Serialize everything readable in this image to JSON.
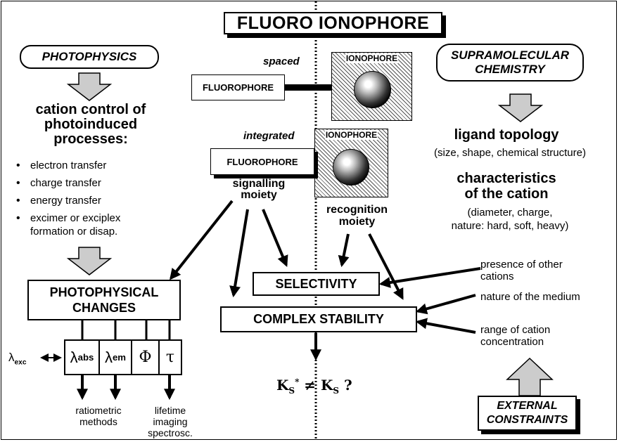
{
  "title": "FLUORO IONOPHORE",
  "photophysics": {
    "header": "PHOTOPHYSICS",
    "lead": [
      "cation control of",
      "photoinduced",
      "processes:"
    ],
    "bullets": [
      "electron transfer",
      "charge transfer",
      "energy transfer",
      "excimer or exciplex\nformation or disap."
    ]
  },
  "supramolecular": {
    "header": "SUPRAMOLECULAR\nCHEMISTRY",
    "ligand_title": "ligand topology",
    "ligand_detail": "(size, shape, chemical structure)",
    "cation_title": "characteristics\nof the cation",
    "cation_detail": "(diameter, charge,\nnature: hard, soft, heavy)"
  },
  "molecule": {
    "spaced_label": "spaced",
    "integrated_label": "integrated",
    "fluorophore": "FLUOROPHORE",
    "ionophore": "IONOPHORE",
    "signalling": "signalling\nmoiety",
    "recognition": "recognition\nmoiety"
  },
  "boxes": {
    "photophysical_changes": "PHOTOPHYSICAL\nCHANGES",
    "selectivity": "SELECTIVITY",
    "complex_stability": "COMPLEX STABILITY"
  },
  "params": {
    "excitation": "λexc",
    "items": [
      "λabs",
      "λem",
      "Φ",
      "τ"
    ],
    "ratiometric": "ratiometric\nmethods",
    "lifetime": "lifetime\nimaging\nspectrosc."
  },
  "constraints": {
    "items": [
      "presence of other\ncations",
      "nature of the medium",
      "range of cation\nconcentration"
    ],
    "box": "EXTERNAL\nCONSTRAINTS"
  },
  "equation": "KS* ≠ KS ?"
}
